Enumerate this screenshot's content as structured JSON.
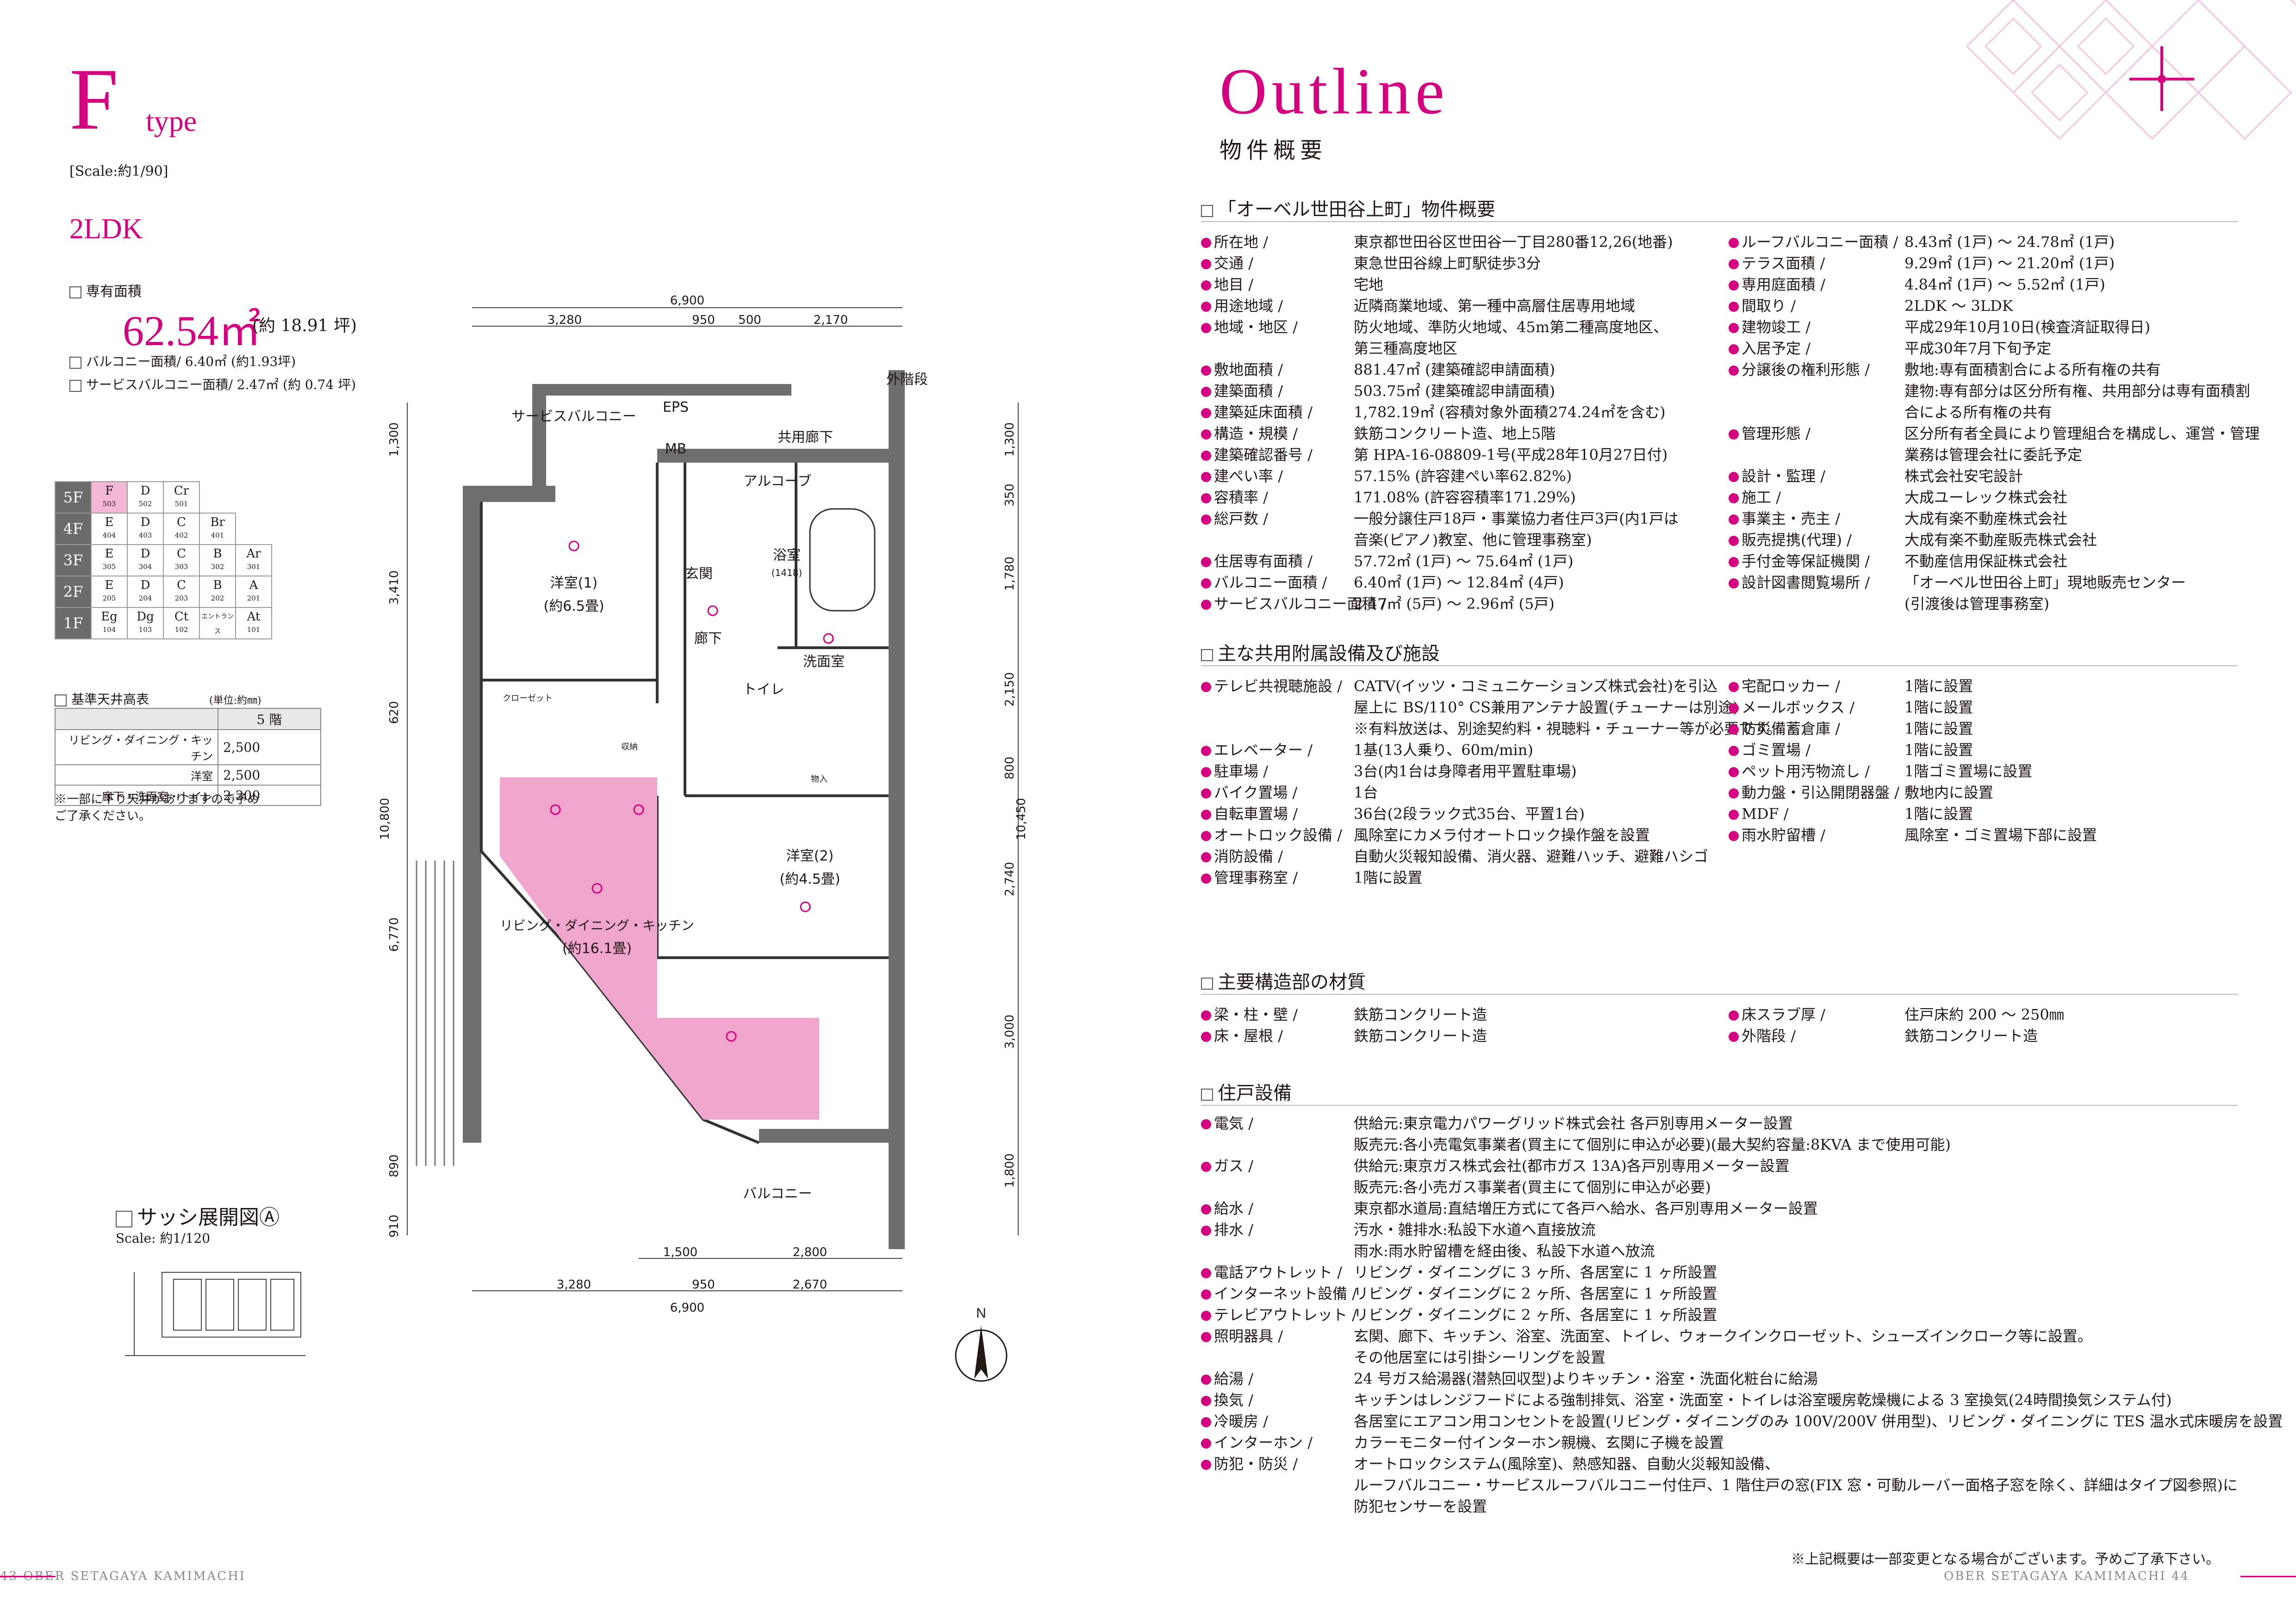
{
  "left": {
    "type_letter": "F",
    "type_word": "type",
    "scale": "[Scale:約1/90]",
    "plan": "2LDK",
    "area_label": "専有面積",
    "area_value": "62.54㎡",
    "area_tsubo": "(約 18.91 坪)",
    "balcony_area": "バルコニー面積/ 6.40㎡ (約1.93坪)",
    "service_balcony_area": "サービスバルコニー面積/ 2.47㎡ (約 0.74 坪)"
  },
  "floors": [
    {
      "floor": "5F",
      "units": [
        {
          "type": "F",
          "no": "503",
          "hl": true
        },
        {
          "type": "D",
          "no": "502"
        },
        {
          "type": "Cr",
          "no": "501"
        }
      ]
    },
    {
      "floor": "4F",
      "units": [
        {
          "type": "E",
          "no": "404"
        },
        {
          "type": "D",
          "no": "403"
        },
        {
          "type": "C",
          "no": "402"
        },
        {
          "type": "Br",
          "no": "401"
        }
      ]
    },
    {
      "floor": "3F",
      "units": [
        {
          "type": "E",
          "no": "305"
        },
        {
          "type": "D",
          "no": "304"
        },
        {
          "type": "C",
          "no": "303"
        },
        {
          "type": "B",
          "no": "302"
        },
        {
          "type": "Ar",
          "no": "301"
        }
      ]
    },
    {
      "floor": "2F",
      "units": [
        {
          "type": "E",
          "no": "205"
        },
        {
          "type": "D",
          "no": "204"
        },
        {
          "type": "C",
          "no": "203"
        },
        {
          "type": "B",
          "no": "202"
        },
        {
          "type": "A",
          "no": "201"
        }
      ]
    },
    {
      "floor": "1F",
      "units": [
        {
          "type": "Eg",
          "no": "104"
        },
        {
          "type": "Dg",
          "no": "103"
        },
        {
          "type": "Ct",
          "no": "102"
        },
        {
          "type": "エントランス",
          "no": ""
        },
        {
          "type": "At",
          "no": "101"
        }
      ]
    }
  ],
  "ceiling": {
    "title": "基準天井高表",
    "unit": "(単位:約㎜)",
    "header": "5 階",
    "rows": [
      {
        "room": "リビング・ダイニング・キッチン",
        "value": "2,500"
      },
      {
        "room": "洋室",
        "value": "2,500"
      },
      {
        "room": "廊下・洗面室・トイレ",
        "value": "2,200"
      }
    ],
    "note": "※一部に下り天井がありますので予めご了承ください。"
  },
  "sash": {
    "title": "サッシ展開図Ⓐ",
    "scale": "Scale: 約1/120"
  },
  "floorplan": {
    "rooms": [
      "サービスバルコニー",
      "EPS",
      "MB",
      "共用廊下",
      "アルコーブ",
      "洋室(1)",
      "(約6.5畳)",
      "玄関",
      "浴室",
      "(1418)",
      "廊下",
      "洗面室",
      "トイレ",
      "クローゼット",
      "洋室(2)",
      "(約4.5畳)",
      "リビング・ダイニング・キッチン",
      "(約16.1畳)",
      "バルコニー",
      "外階段",
      "物入",
      "収納"
    ],
    "dims_top": [
      "6,900",
      "3,280",
      "950",
      "500",
      "2,170"
    ],
    "dims_bottom": [
      "1,500",
      "2,800",
      "3,280",
      "950",
      "2,670",
      "6,900"
    ],
    "dims_left": [
      "1,300",
      "3,410",
      "620",
      "10,800",
      "6,770",
      "890",
      "910"
    ],
    "dims_right": [
      "1,300",
      "350",
      "1,780",
      "2,150",
      "800",
      "10,450",
      "2,740",
      "3,000",
      "1,800"
    ]
  },
  "outline": {
    "title": "Outline",
    "subtitle": "物件概要",
    "sec1_title": "「オーベル世田谷上町」物件概要",
    "sec1_left": [
      {
        "k": "所在地",
        "v": "東京都世田谷区世田谷一丁目280番12,26(地番)"
      },
      {
        "k": "交通",
        "v": "東急世田谷線上町駅徒歩3分"
      },
      {
        "k": "地目",
        "v": "宅地"
      },
      {
        "k": "用途地域",
        "v": "近隣商業地域、第一種中高層住居専用地域"
      },
      {
        "k": "地域・地区",
        "v": "防火地域、準防火地域、45m第二種高度地区、"
      },
      {
        "k": "",
        "v": "第三種高度地区"
      },
      {
        "k": "敷地面積",
        "v": "881.47㎡ (建築確認申請面積)"
      },
      {
        "k": "建築面積",
        "v": "503.75㎡ (建築確認申請面積)"
      },
      {
        "k": "建築延床面積",
        "v": "1,782.19㎡ (容積対象外面積274.24㎡を含む)"
      },
      {
        "k": "構造・規模",
        "v": "鉄筋コンクリート造、地上5階"
      },
      {
        "k": "建築確認番号",
        "v": "第 HPA-16-08809-1号(平成28年10月27日付)"
      },
      {
        "k": "建ぺい率",
        "v": "57.15% (許容建ぺい率62.82%)"
      },
      {
        "k": "容積率",
        "v": "171.08% (許容容積率171.29%)"
      },
      {
        "k": "総戸数",
        "v": "一般分譲住戸18戸・事業協力者住戸3戸(内1戸は"
      },
      {
        "k": "",
        "v": "音楽(ピアノ)教室、他に管理事務室)"
      },
      {
        "k": "住居専有面積",
        "v": "57.72㎡ (1戸) 〜 75.64㎡ (1戸)"
      },
      {
        "k": "バルコニー面積",
        "v": "6.40㎡ (1戸) 〜 12.84㎡ (4戸)"
      },
      {
        "k": "サービスバルコニー面積",
        "v": "2.47㎡ (5戸) 〜 2.96㎡ (5戸)"
      }
    ],
    "sec1_right": [
      {
        "k": "ルーフバルコニー面積",
        "v": "8.43㎡ (1戸) 〜 24.78㎡ (1戸)"
      },
      {
        "k": "テラス面積",
        "v": "9.29㎡ (1戸) 〜 21.20㎡ (1戸)"
      },
      {
        "k": "専用庭面積",
        "v": "4.84㎡ (1戸) 〜 5.52㎡ (1戸)"
      },
      {
        "k": "間取り",
        "v": "2LDK 〜 3LDK"
      },
      {
        "k": "建物竣工",
        "v": "平成29年10月10日(検査済証取得日)"
      },
      {
        "k": "入居予定",
        "v": "平成30年7月下旬予定"
      },
      {
        "k": "分譲後の権利形態",
        "v": "敷地:専有面積割合による所有権の共有"
      },
      {
        "k": "",
        "v": "建物:専有部分は区分所有権、共用部分は専有面積割"
      },
      {
        "k": "",
        "v": "合による所有権の共有"
      },
      {
        "k": "管理形態",
        "v": "区分所有者全員により管理組合を構成し、運営・管理"
      },
      {
        "k": "",
        "v": "業務は管理会社に委託予定"
      },
      {
        "k": "設計・監理",
        "v": "株式会社安宅設計"
      },
      {
        "k": "施工",
        "v": "大成ユーレック株式会社"
      },
      {
        "k": "事業主・売主",
        "v": "大成有楽不動産株式会社"
      },
      {
        "k": "販売提携(代理)",
        "v": "大成有楽不動産販売株式会社"
      },
      {
        "k": "手付金等保証機関",
        "v": "不動産信用保証株式会社"
      },
      {
        "k": "設計図書閲覧場所",
        "v": "「オーベル世田谷上町」現地販売センター"
      },
      {
        "k": "",
        "v": "(引渡後は管理事務室)"
      }
    ],
    "sec2_title": "主な共用附属設備及び施設",
    "sec2_left": [
      {
        "k": "テレビ共視聴施設",
        "v": "CATV(イッツ・コミュニケーションズ株式会社)を引込"
      },
      {
        "k": "",
        "v": "屋上に BS/110° CS兼用アンテナ設置(チューナーは別途)"
      },
      {
        "k": "",
        "v": "※有料放送は、別途契約料・視聴料・チューナー等が必要です。"
      },
      {
        "k": "エレベーター",
        "v": "1基(13人乗り、60m/min)"
      },
      {
        "k": "駐車場",
        "v": "3台(内1台は身障者用平置駐車場)"
      },
      {
        "k": "バイク置場",
        "v": "1台"
      },
      {
        "k": "自転車置場",
        "v": "36台(2段ラック式35台、平置1台)"
      },
      {
        "k": "オートロック設備",
        "v": "風除室にカメラ付オートロック操作盤を設置"
      },
      {
        "k": "消防設備",
        "v": "自動火災報知設備、消火器、避難ハッチ、避難ハシゴ"
      },
      {
        "k": "管理事務室",
        "v": "1階に設置"
      }
    ],
    "sec2_right": [
      {
        "k": "宅配ロッカー",
        "v": "1階に設置"
      },
      {
        "k": "メールボックス",
        "v": "1階に設置"
      },
      {
        "k": "防災備蓄倉庫",
        "v": "1階に設置"
      },
      {
        "k": "ゴミ置場",
        "v": "1階に設置"
      },
      {
        "k": "ペット用汚物流し",
        "v": "1階ゴミ置場に設置"
      },
      {
        "k": "動力盤・引込開閉器盤",
        "v": "敷地内に設置"
      },
      {
        "k": "MDF",
        "v": "1階に設置"
      },
      {
        "k": "雨水貯留槽",
        "v": "風除室・ゴミ置場下部に設置"
      }
    ],
    "sec3_title": "主要構造部の材質",
    "sec3_left": [
      {
        "k": "梁・柱・壁",
        "v": "鉄筋コンクリート造"
      },
      {
        "k": "床・屋根",
        "v": "鉄筋コンクリート造"
      }
    ],
    "sec3_right": [
      {
        "k": "床スラブ厚",
        "v": "住戸床約 200 〜 250㎜"
      },
      {
        "k": "外階段",
        "v": "鉄筋コンクリート造"
      }
    ],
    "sec4_title": "住戸設備",
    "sec4": [
      {
        "k": "電気",
        "v": "供給元:東京電力パワーグリッド株式会社 各戸別専用メーター設置"
      },
      {
        "k": "",
        "v": "販売元:各小売電気事業者(買主にて個別に申込が必要)(最大契約容量:8KVA まで使用可能)"
      },
      {
        "k": "ガス",
        "v": "供給元:東京ガス株式会社(都市ガス 13A)各戸別専用メーター設置"
      },
      {
        "k": "",
        "v": "販売元:各小売ガス事業者(買主にて個別に申込が必要)"
      },
      {
        "k": "給水",
        "v": "東京都水道局:直結増圧方式にて各戸へ給水、各戸別専用メーター設置"
      },
      {
        "k": "排水",
        "v": "汚水・雑排水:私設下水道へ直接放流"
      },
      {
        "k": "",
        "v": "雨水:雨水貯留槽を経由後、私設下水道へ放流"
      },
      {
        "k": "電話アウトレット",
        "v": "リビング・ダイニングに 3 ヶ所、各居室に 1 ヶ所設置"
      },
      {
        "k": "インターネット設備",
        "v": "リビング・ダイニングに 2 ヶ所、各居室に 1 ヶ所設置"
      },
      {
        "k": "テレビアウトレット",
        "v": "リビング・ダイニングに 2 ヶ所、各居室に 1 ヶ所設置"
      },
      {
        "k": "照明器具",
        "v": "玄関、廊下、キッチン、浴室、洗面室、トイレ、ウォークインクローゼット、シューズインクローク等に設置。"
      },
      {
        "k": "",
        "v": "その他居室には引掛シーリングを設置"
      },
      {
        "k": "給湯",
        "v": "24 号ガス給湯器(潜熱回収型)よりキッチン・浴室・洗面化粧台に給湯"
      },
      {
        "k": "換気",
        "v": "キッチンはレンジフードによる強制排気、浴室・洗面室・トイレは浴室暖房乾燥機による 3 室換気(24時間換気システム付)"
      },
      {
        "k": "冷暖房",
        "v": "各居室にエアコン用コンセントを設置(リビング・ダイニングのみ 100V/200V 併用型)、リビング・ダイニングに TES 温水式床暖房を設置"
      },
      {
        "k": "インターホン",
        "v": "カラーモニター付インターホン親機、玄関に子機を設置"
      },
      {
        "k": "防犯・防災",
        "v": "オートロックシステム(風除室)、熱感知器、自動火災報知設備、"
      },
      {
        "k": "",
        "v": "ルーフバルコニー・サービスルーフバルコニー付住戸、1 階住戸の窓(FIX 窓・可動ルーバー面格子窓を除く、詳細はタイプ図参照)に"
      },
      {
        "k": "",
        "v": "防犯センサーを設置"
      }
    ],
    "footnote": "※上記概要は一部変更となる場合がございます。予めご了承下さい。"
  },
  "footer": {
    "left": "43  OBER SETAGAYA KAMIMACHI",
    "right": "OBER SETAGAYA KAMIMACHI  44"
  },
  "colors": {
    "accent": "#d4007f",
    "ldk_fill": "#f0a6cc"
  }
}
